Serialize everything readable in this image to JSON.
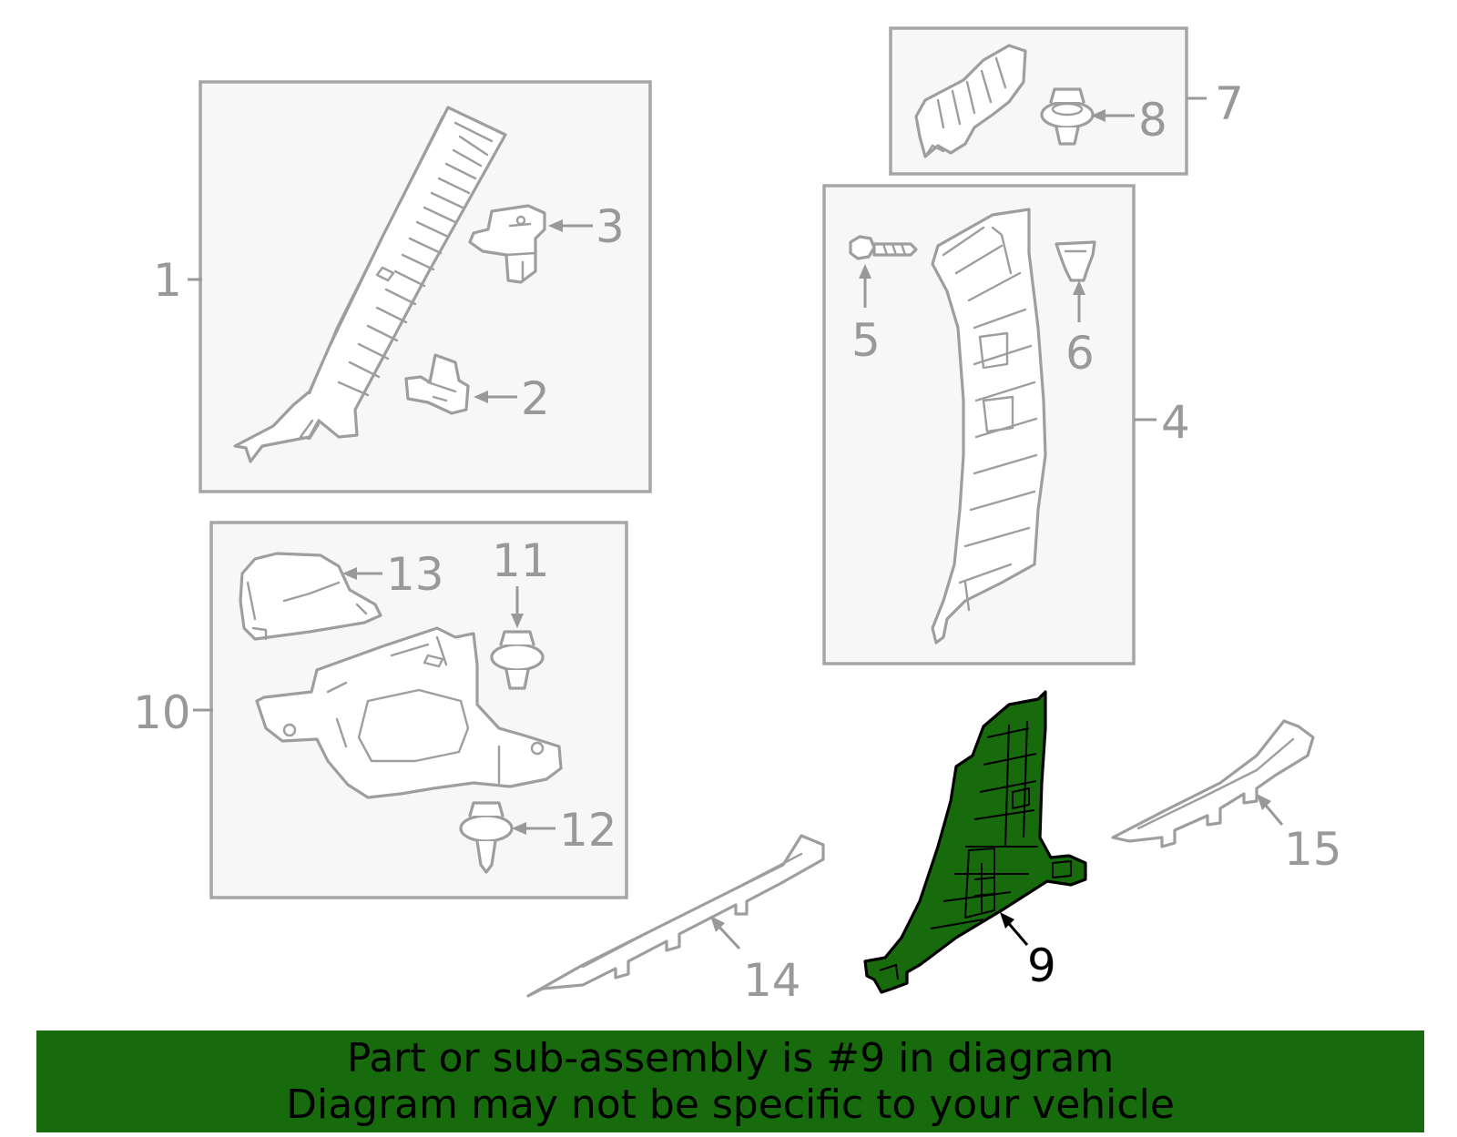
{
  "callouts": {
    "c1": "1",
    "c2": "2",
    "c3": "3",
    "c4": "4",
    "c5": "5",
    "c6": "6",
    "c7": "7",
    "c8": "8",
    "c9": "9",
    "c10": "10",
    "c11": "11",
    "c12": "12",
    "c13": "13",
    "c14": "14",
    "c15": "15"
  },
  "highlighted_part": "9",
  "banner": {
    "line1": "Part or sub-assembly is #9 in diagram",
    "line2": "Diagram may not be specific to your vehicle"
  },
  "colors": {
    "highlight": "#176b0d",
    "line_art": "#9e9e9e",
    "group_box_fill": "#f7f7f7"
  }
}
